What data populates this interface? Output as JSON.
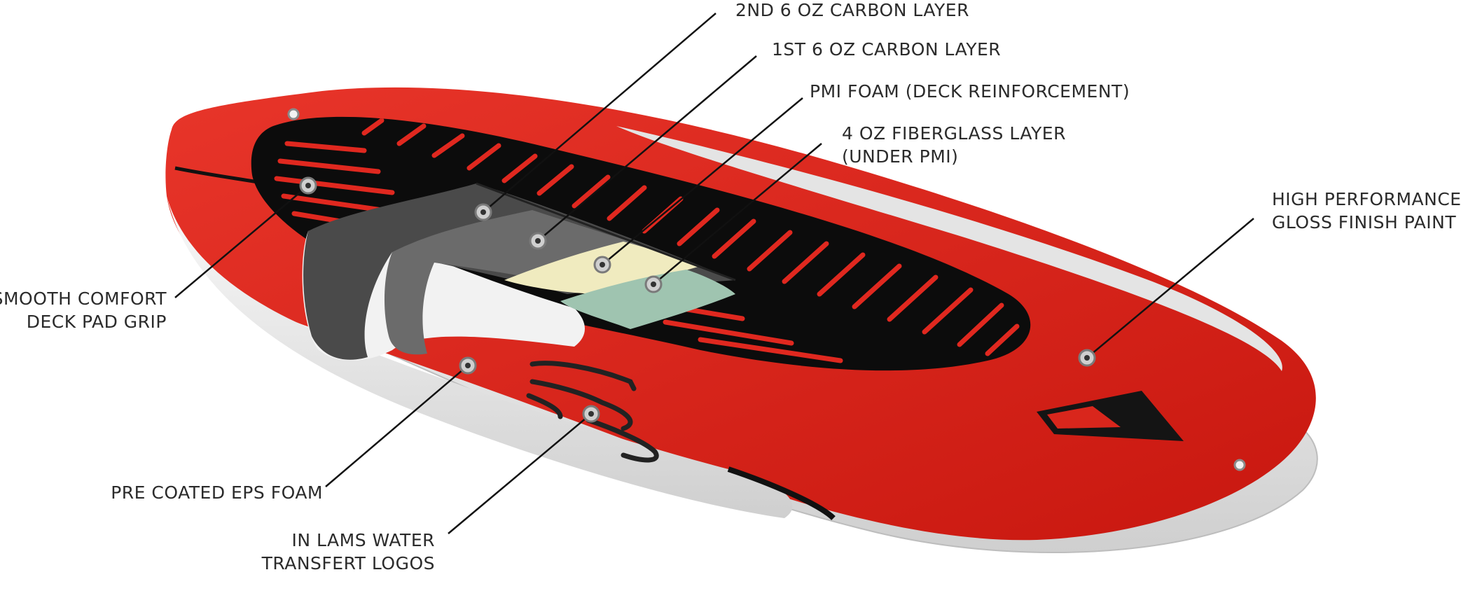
{
  "colors": {
    "board_red": "#d9261c",
    "deck_pad": "#0c0c0c",
    "groove_red": "#e0281f",
    "board_white": "#e9e9e9",
    "carbon_outer": "#4a4a4a",
    "carbon_inner": "#6b6b6b",
    "pmi_foam": "#f0ebbf",
    "fiberglass": "#9fc4b0",
    "callout_line": "#111111",
    "marker": "#8a8a8a"
  },
  "labels": {
    "carbon2": {
      "lines": [
        "2ND 6 OZ CARBON LAYER"
      ]
    },
    "carbon1": {
      "lines": [
        "1ST 6 OZ CARBON LAYER"
      ]
    },
    "pmi": {
      "lines": [
        "PMI FOAM (DECK REINFORCEMENT)"
      ]
    },
    "fiberglass": {
      "lines": [
        "4 OZ FIBERGLASS LAYER",
        "(UNDER PMI)"
      ]
    },
    "paint": {
      "lines": [
        "HIGH PERFORMANCE",
        "GLOSS FINISH PAINT"
      ]
    },
    "deckpad": {
      "lines": [
        "SMOOTH COMFORT",
        "DECK PAD GRIP"
      ]
    },
    "eps": {
      "lines": [
        "PRE COATED EPS FOAM"
      ]
    },
    "logos": {
      "lines": [
        "IN LAMS WATER",
        "TRANSFERT LOGOS"
      ]
    }
  },
  "icons": {
    "marker": "callout-marker-icon",
    "logo": "brand-logo-icon"
  }
}
